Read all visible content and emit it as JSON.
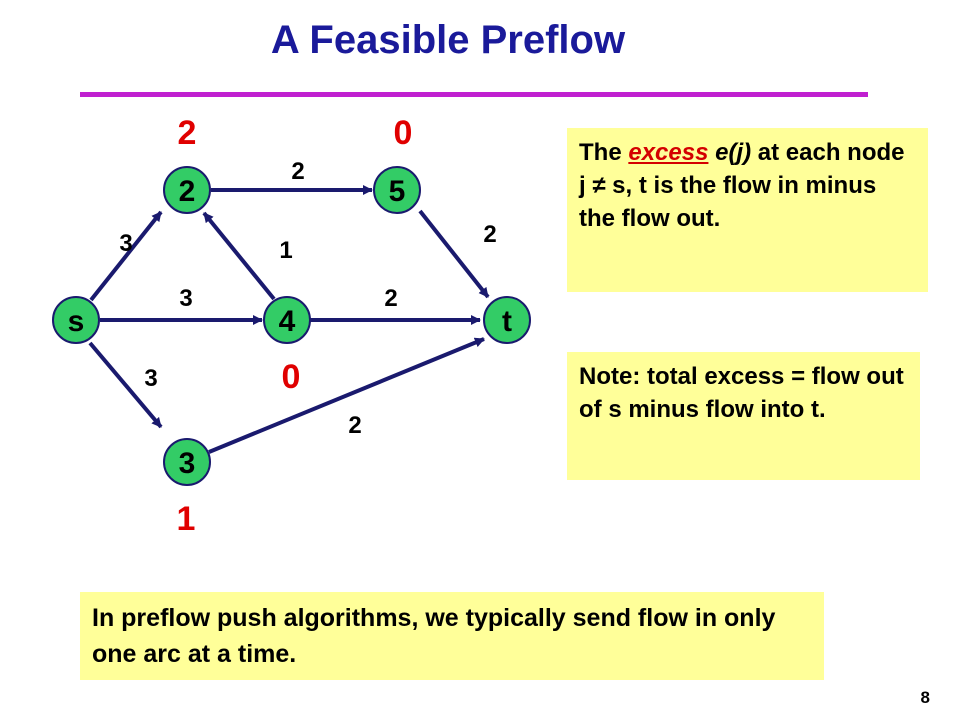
{
  "title": "A Feasible Preflow",
  "nodes": {
    "s": "s",
    "n2": "2",
    "n5": "5",
    "n4": "4",
    "t": "t",
    "n3": "3"
  },
  "edge_labels": {
    "s_2": "3",
    "s_4": "3",
    "s_3": "3",
    "n2_5": "2",
    "n4_2": "1",
    "n5_t": "2",
    "n4_t": "2",
    "n3_t": "2"
  },
  "excesses": {
    "n2": "2",
    "n5": "0",
    "n4": "0",
    "n3": "1"
  },
  "box1": {
    "pre": "The ",
    "term": "excess",
    "space": " ",
    "notation": "e(j)",
    "post": " at each node j ≠ s, t is the flow in minus the flow out."
  },
  "box2": {
    "text": "Note:  total excess = flow out of s minus flow into t."
  },
  "box3": {
    "text": "In preflow push algorithms, we typically send flow in only one arc at a time."
  },
  "page_number": "8",
  "colors": {
    "title": "#1a1a9a",
    "rule": "#c020d0",
    "node_fill": "#33cc66",
    "edge": "#1a1a6e",
    "excess": "#e00000",
    "box_fill": "#ffff99"
  }
}
